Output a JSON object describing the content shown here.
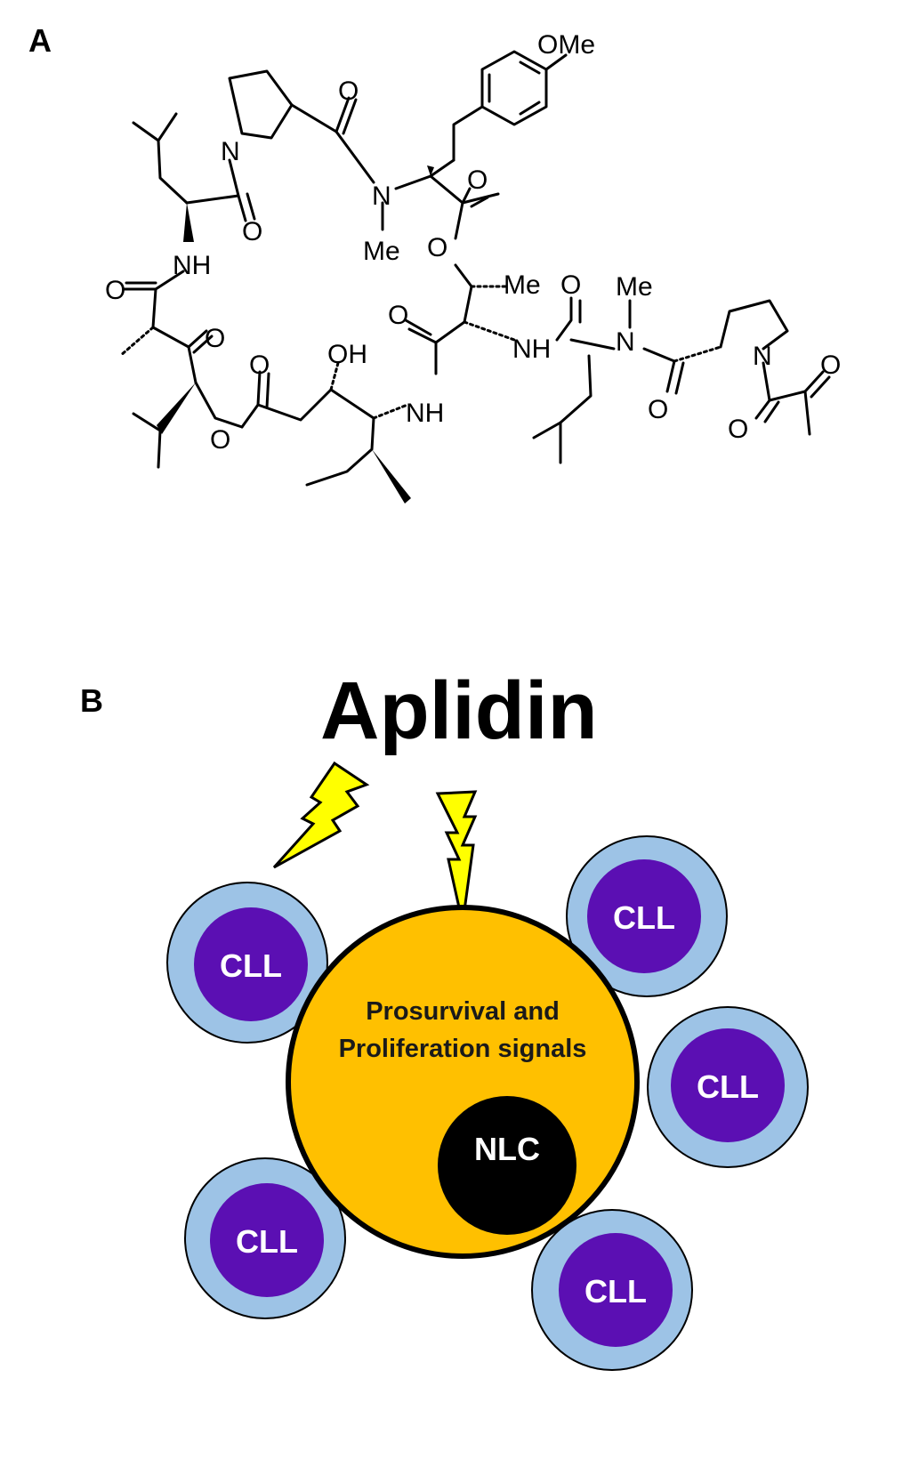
{
  "panel_a": {
    "label": "A",
    "atoms": {
      "ome": "OMe",
      "o_carbonyl_pro": "O",
      "n_pro1": "N",
      "o_ester_top": "O",
      "n_me_center": "N",
      "me_center": "Me",
      "o_leu1": "O",
      "nh_left": "NH",
      "o_amide_left": "O",
      "o_ketone": "O",
      "o_ester_chain": "O",
      "o_ring_center": "O",
      "me_thr": "Me",
      "o_acyl_left": "O",
      "o_ester_bottom": "O",
      "oh": "OH",
      "nh_center": "NH",
      "nh_right": "NH",
      "o_leu2": "O",
      "me_nme_right": "Me",
      "n_me_right": "N",
      "o_amide_right": "O",
      "n_pro2": "N",
      "o_pyruvyl_1": "O",
      "o_pyruvyl_2": "O"
    }
  },
  "panel_b": {
    "label": "B",
    "title": "Aplidin",
    "center_text_line1": "Prosurvival and",
    "center_text_line2": "Proliferation signals",
    "nlc_label": "NLC",
    "cll_cells": [
      "CLL",
      "CLL",
      "CLL",
      "CLL",
      "CLL"
    ],
    "colors": {
      "nlc_body": "#FFC000",
      "nlc_nucleus": "#000000",
      "cll_cytoplasm": "#9DC3E6",
      "cll_nucleus": "#5B0FB3",
      "lightning": "#FFFF00"
    }
  }
}
